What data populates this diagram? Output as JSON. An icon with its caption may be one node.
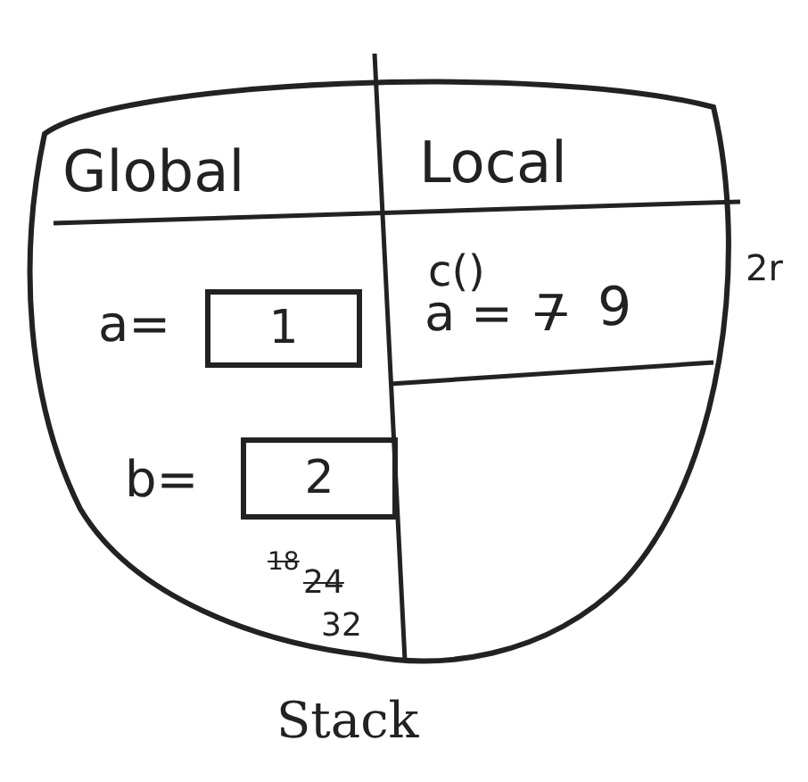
{
  "diagram": {
    "nodes": [
      {
        "text": [
          "Stack"
        ]
      },
      {
        "text": [
          "1"
        ],
        "in": 0
      },
      {
        "text": [
          "2"
        ],
        "in": 0
      }
    ],
    "edges": [],
    "labels": [
      "Global",
      "Local",
      "a=",
      "c()",
      "a =",
      "7",
      "9",
      "2r",
      "b=",
      "18",
      "24",
      "32"
    ]
  }
}
